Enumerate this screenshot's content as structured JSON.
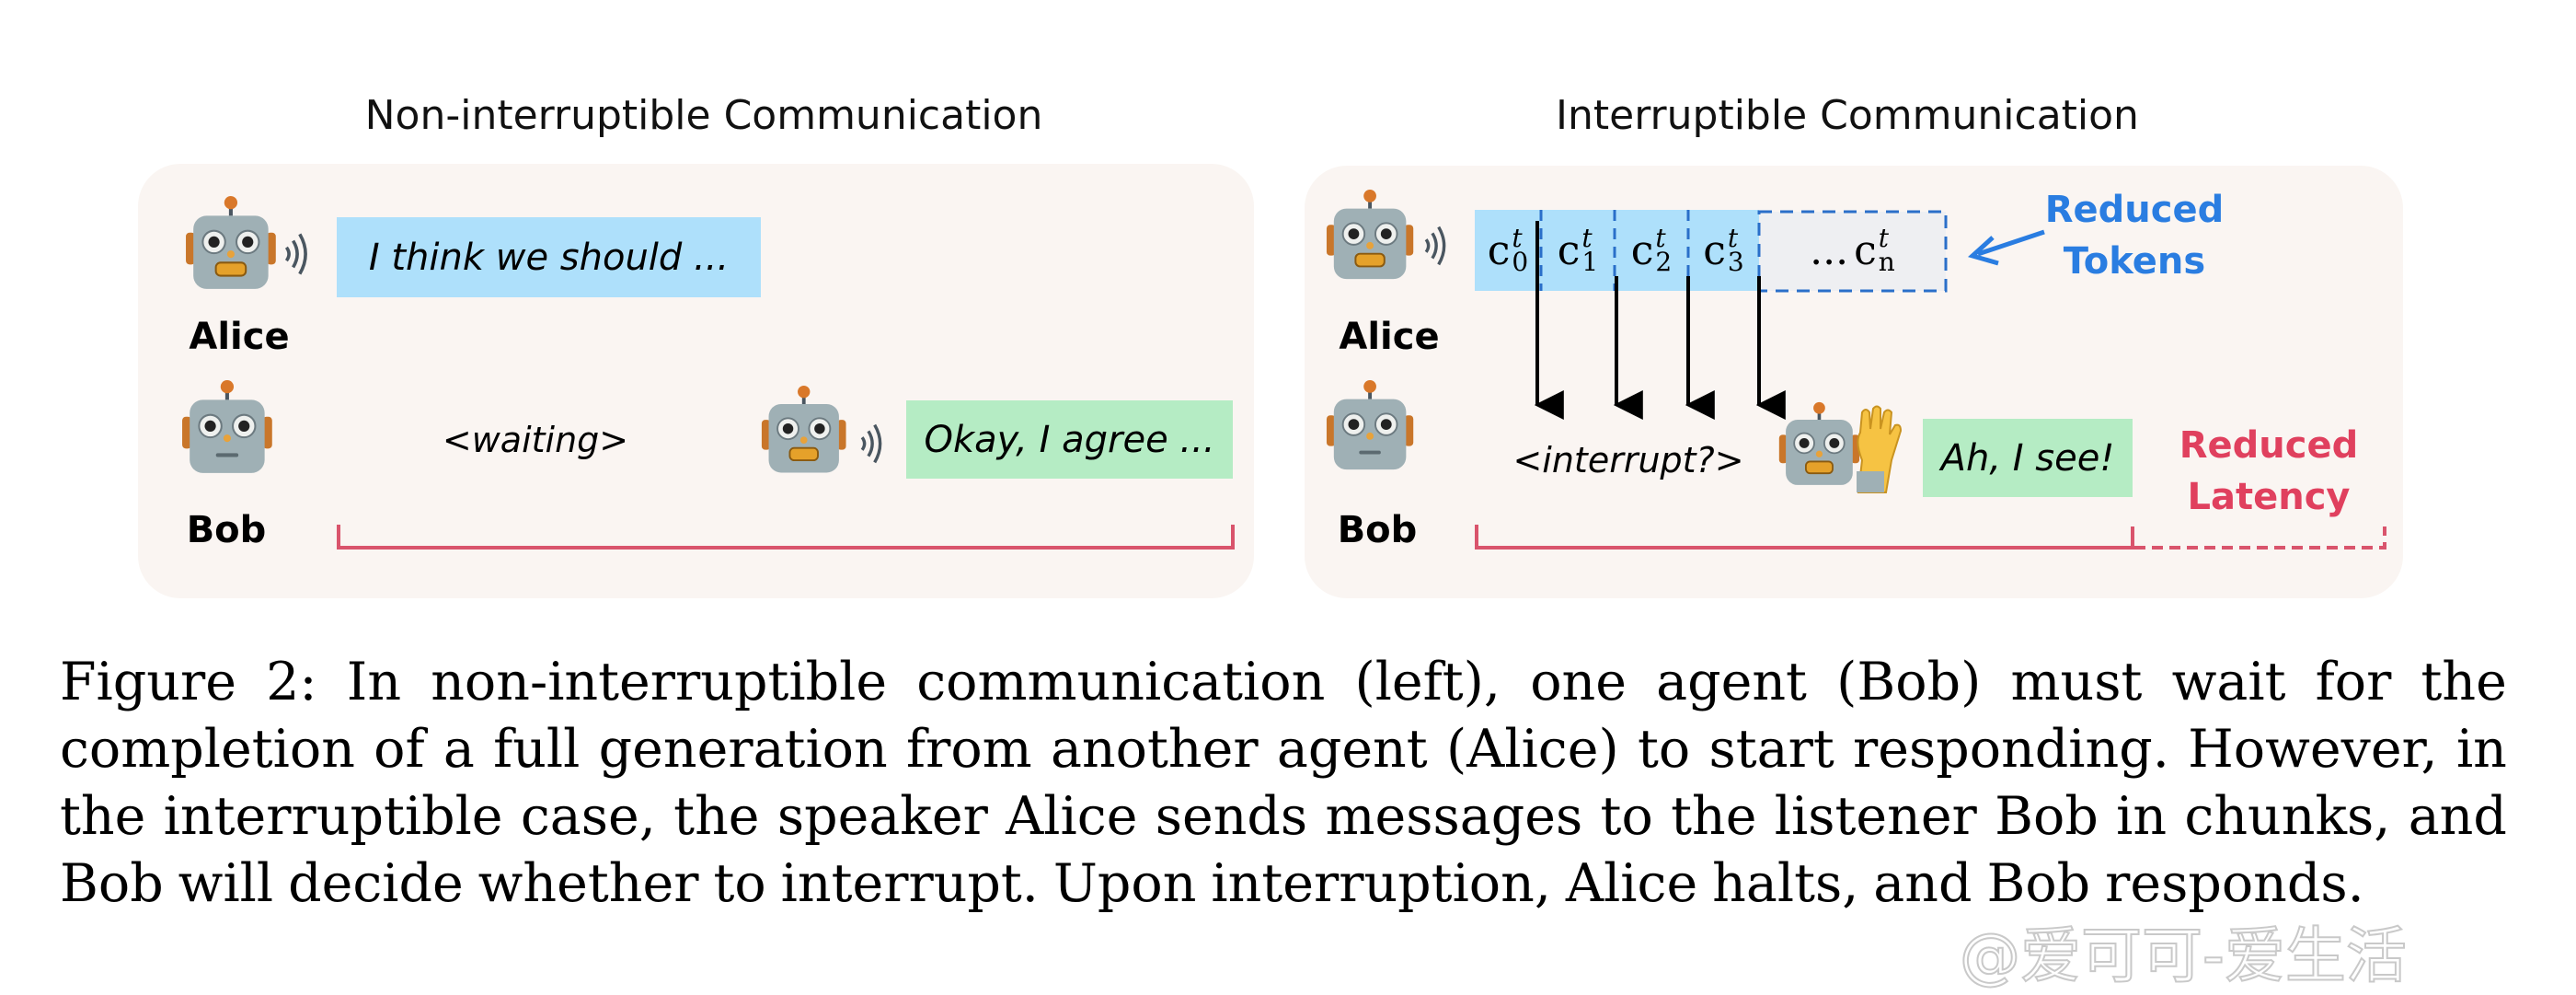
{
  "left_panel": {
    "title": "Non-interruptible Communication",
    "alice": {
      "name": "Alice",
      "message": "I think we should ..."
    },
    "bob": {
      "name": "Bob",
      "status": "<waiting>",
      "message": "Okay, I agree ..."
    }
  },
  "right_panel": {
    "title": "Interruptible Communication",
    "alice": {
      "name": "Alice",
      "chunks": [
        {
          "base": "c",
          "sub": "0",
          "sup": "t"
        },
        {
          "base": "c",
          "sub": "1",
          "sup": "t"
        },
        {
          "base": "c",
          "sub": "2",
          "sup": "t"
        },
        {
          "base": "c",
          "sub": "3",
          "sup": "t"
        }
      ],
      "remaining_chunk": {
        "prefix": "...",
        "base": "c",
        "sub": "n",
        "sup": "t"
      }
    },
    "bob": {
      "name": "Bob",
      "status": "<interrupt?>",
      "message": "Ah, I see!"
    },
    "annotations": {
      "reduced_tokens": [
        "Reduced",
        "Tokens"
      ],
      "reduced_latency": [
        "Reduced",
        "Latency"
      ]
    }
  },
  "caption": {
    "lines": [
      "Figure 2: In non-interruptible communication (left), one agent (Bob) must wait for the",
      "completion of a full generation from another agent (Alice) to start responding. However, in",
      "the interruptible case, the speaker Alice sends messages to the listener Bob in chunks, and",
      "Bob will decide whether to interrupt. Upon interruption, Alice halts, and Bob responds."
    ]
  },
  "watermark": "@爱可可-爱生活",
  "colors": {
    "panel_bg": "#faf5f2",
    "alice_msg": "#aee0fb",
    "bob_msg": "#b5ecc4",
    "tokens_blue": "#2a7de1",
    "latency_red": "#e0405e",
    "bracket_red": "#d9546c"
  }
}
